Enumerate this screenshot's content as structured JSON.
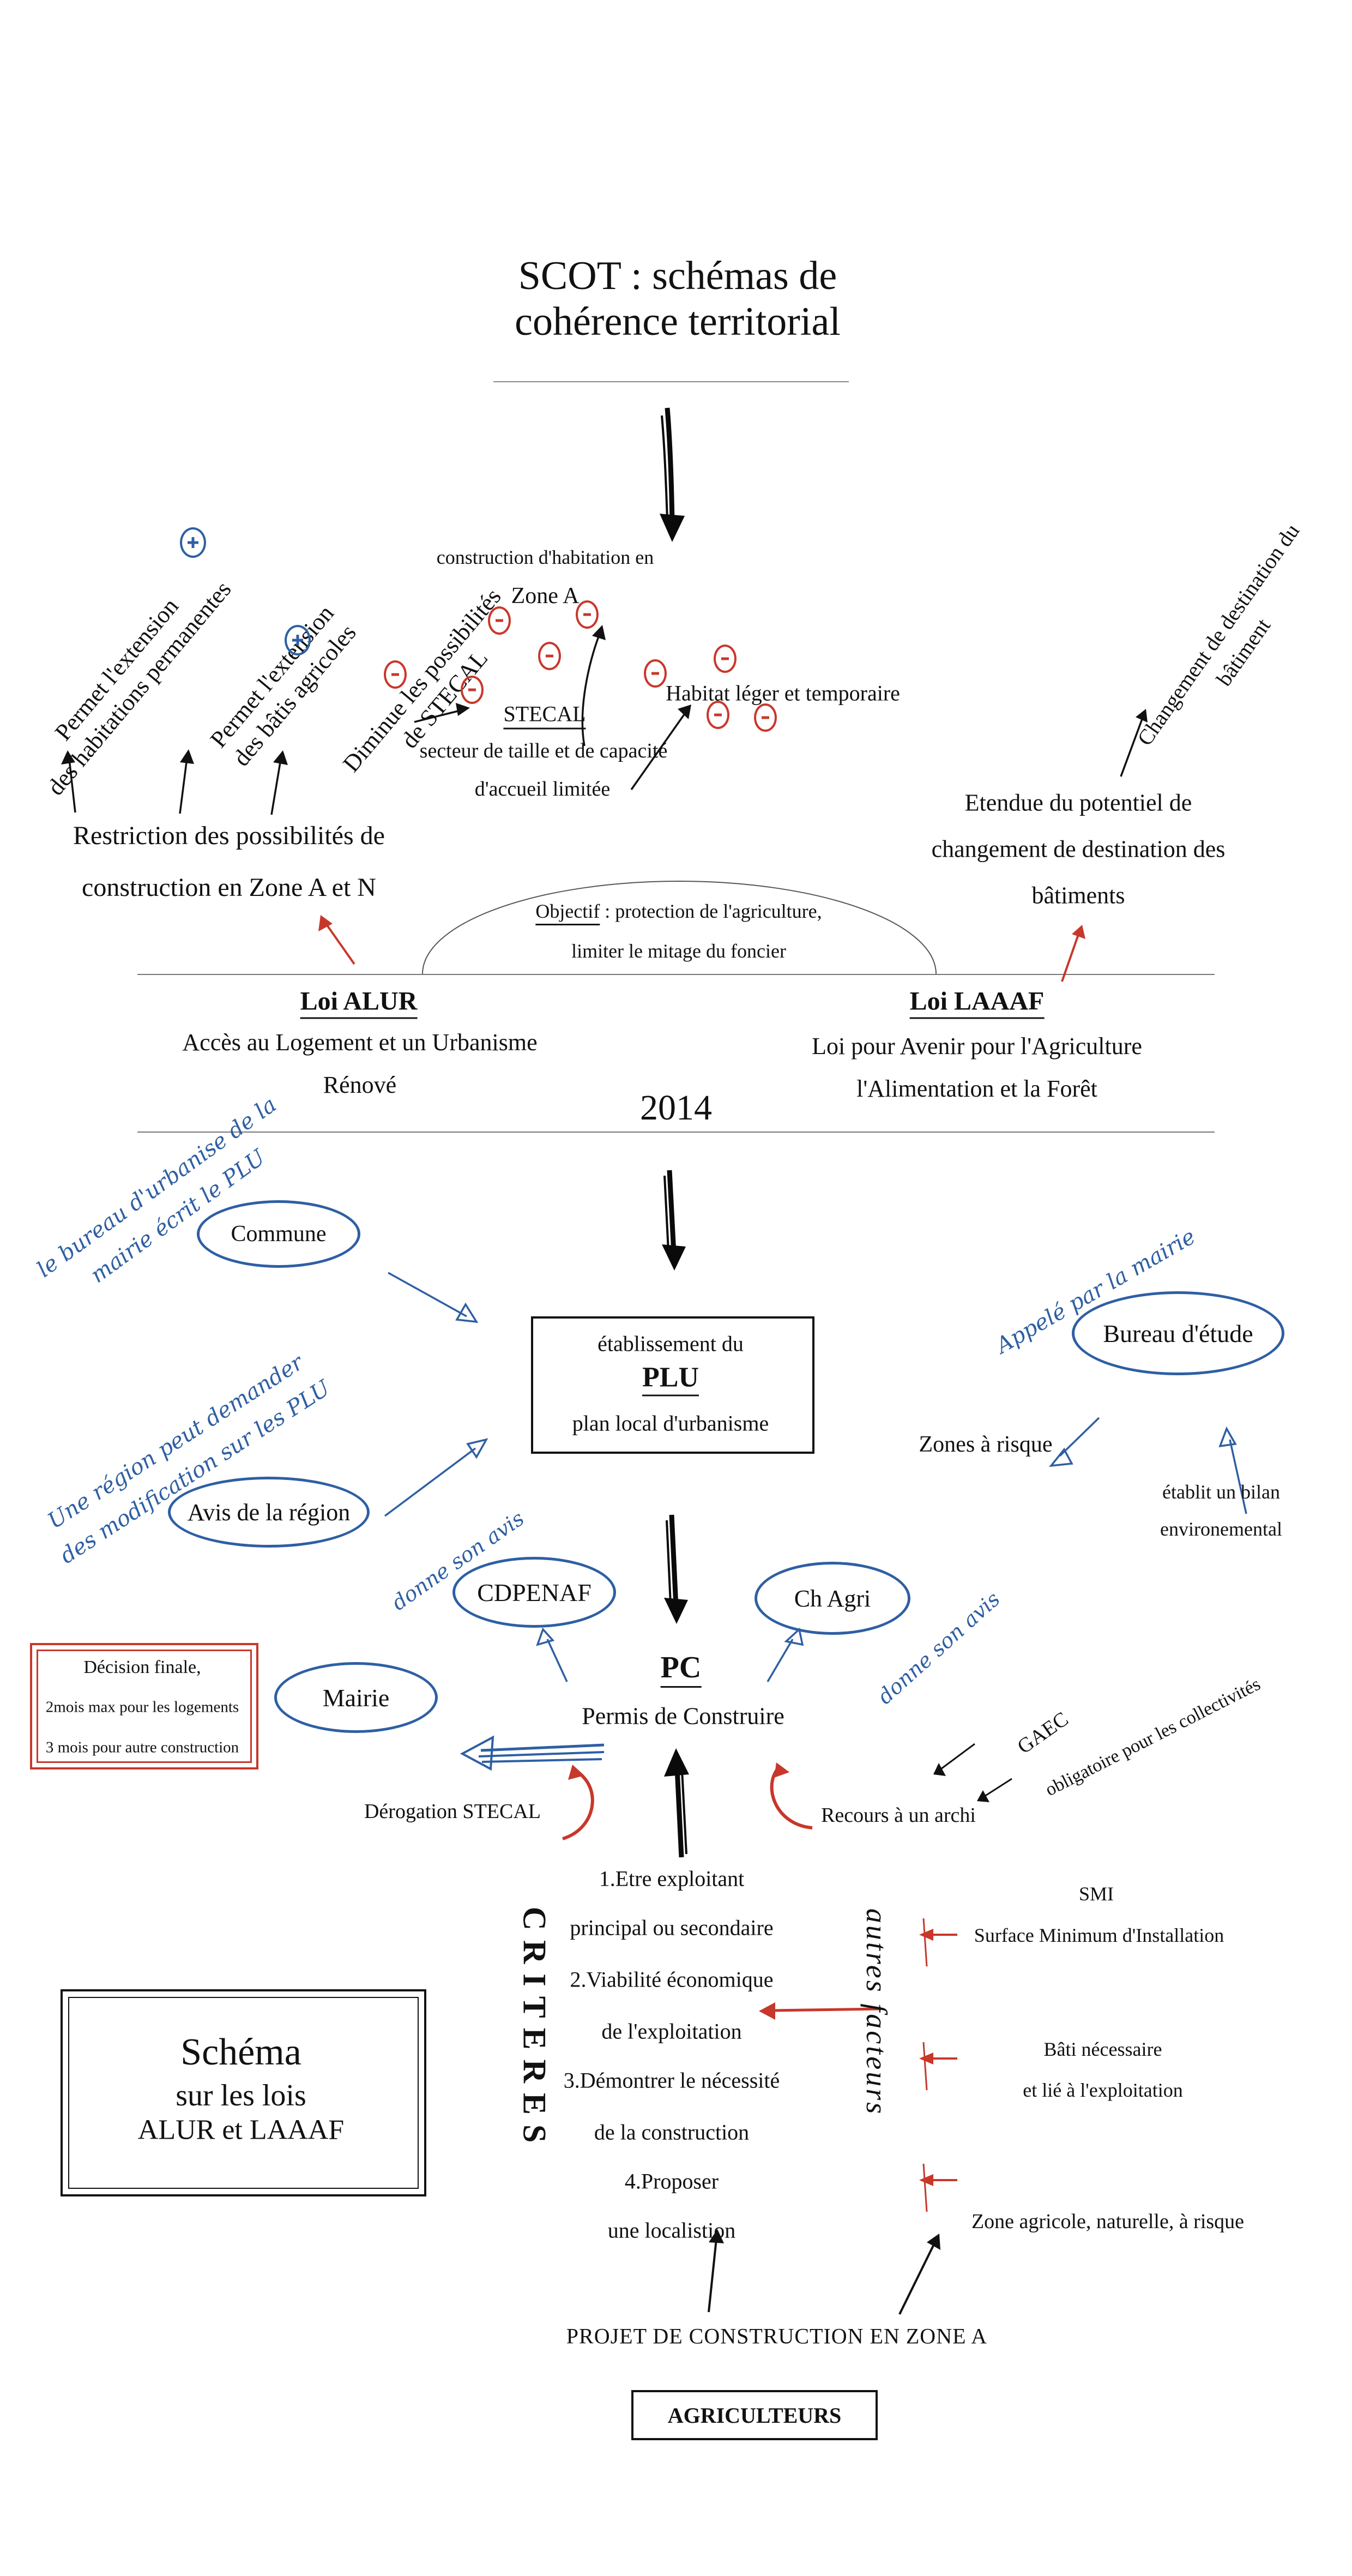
{
  "colors": {
    "blue": "#2e5fa3",
    "red": "#c8372b",
    "black": "#111111"
  },
  "title": {
    "line1": "SCOT : schémas de",
    "line2": "cohérence territorial"
  },
  "branches": {
    "b1": {
      "l1": "Permet l'extension",
      "l2": "des habitations permanentes",
      "sign": "plus"
    },
    "b2": {
      "l1": "Permet l'extension",
      "l2": "des bâtis agricoles",
      "sign": "plus"
    },
    "b3": {
      "l1": "Diminue les possibilités",
      "l2": "de STECAL",
      "sign": "minus"
    }
  },
  "zone": {
    "l1": "construction d'habitation en",
    "l2": "Zone A"
  },
  "stecal": {
    "name": "STECAL",
    "desc1": "secteur de taille et de capacité",
    "desc2": "d'accueil limitée"
  },
  "habitat": {
    "label": "Habitat léger et temporaire"
  },
  "changement": {
    "l1": "Changement de destination du",
    "l2": "bâtiment"
  },
  "etendue": {
    "l1": "Etendue du potentiel de",
    "l2": "changement de destination des",
    "l3": "bâtiments"
  },
  "restriction": {
    "l1": "Restriction des possibilités de",
    "l2": "construction en Zone A et N"
  },
  "objectif": {
    "label": "Objectif",
    "rest": " : protection de l'agriculture,",
    "l2": "limiter le mitage du foncier"
  },
  "alur": {
    "title": "Loi ALUR",
    "sub1": "Accès au Logement et un Urbanisme",
    "sub2": "Rénové"
  },
  "laaaf": {
    "title": "Loi LAAAF",
    "sub1": "Loi pour Avenir pour l'Agriculture",
    "sub2": "l'Alimentation et la Forêt"
  },
  "year": "2014",
  "commune": {
    "label": "Commune",
    "note1": "le bureau d'urbanise de la",
    "note2": "mairie écrit le PLU"
  },
  "plu": {
    "l1": "établissement du",
    "l2": "PLU",
    "l3": "plan local d'urbanisme"
  },
  "bureau": {
    "label": "Bureau d'étude",
    "note": "Appelé par la mairie",
    "zones": "Zones à risque",
    "bilan1": "établit un bilan",
    "bilan2": "environemental"
  },
  "region": {
    "label": "Avis de la région",
    "note1": "Une région peut demander",
    "note2": "des modification sur les PLU"
  },
  "cdpenaf": {
    "label": "CDPENAF",
    "note": "donne son avis"
  },
  "chagri": {
    "label": "Ch Agri",
    "note": "donne son avis"
  },
  "pc": {
    "abbr": "PC",
    "full": "Permis de Construire"
  },
  "mairie": {
    "label": "Mairie"
  },
  "decision": {
    "l1": "Décision finale,",
    "l2": "2mois max pour les logements",
    "l3": "3 mois pour autre construction"
  },
  "derogation": "Dérogation STECAL",
  "recours": "Recours à un archi",
  "gaec": "GAEC",
  "obligatoire": "obligatoire pour les collectivités",
  "criteres": {
    "label": "CRITERES",
    "items": [
      "1.Etre exploitant",
      "principal ou secondaire",
      "2.Viabilité économique",
      "de l'exploitation",
      "3.Démontrer le nécessité",
      "de la construction",
      "4.Proposer",
      "une localistion"
    ]
  },
  "autres": {
    "label": "autres facteurs",
    "smi": "SMI",
    "smi_full": "Surface Minimum d'Installation",
    "bati1": "Bâti nécessaire",
    "bati2": "et lié à l'exploitation",
    "zone": "Zone agricole, naturelle, à risque"
  },
  "schema": {
    "l1": "Schéma",
    "l2": "sur les lois",
    "l3": "ALUR et LAAAF"
  },
  "projet": "PROJET DE CONSTRUCTION EN ZONE A",
  "agriculteurs": "AGRICULTEURS"
}
